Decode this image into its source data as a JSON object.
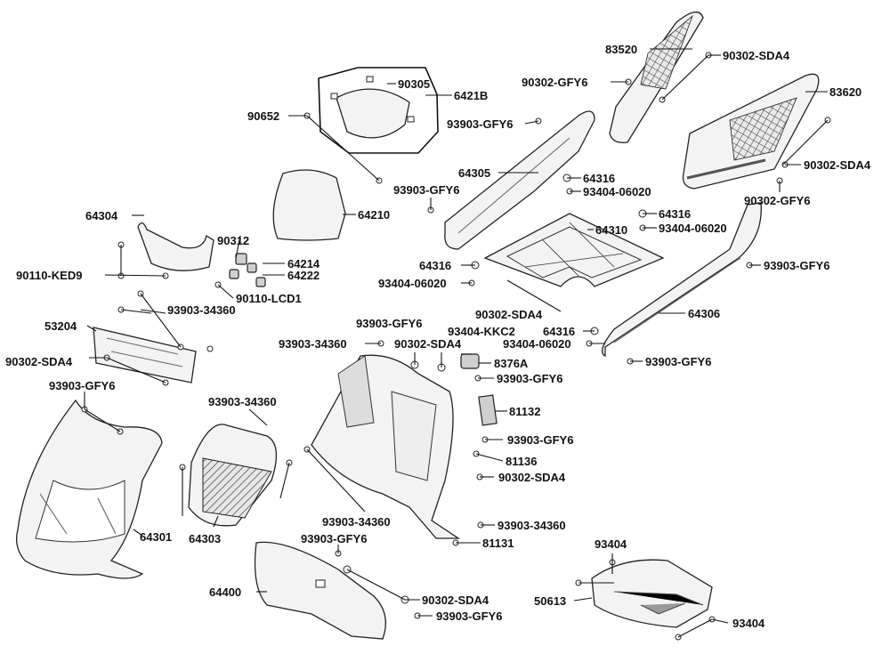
{
  "diagram": {
    "labels": {
      "p83520": "83520",
      "p90302_sda4_top": "90302-SDA4",
      "p90302_gfy6_top": "90302-GFY6",
      "p83620": "83620",
      "p90305": "90305",
      "p6421b": "6421B",
      "p90652": "90652",
      "p93903_gfy6_a": "93903-GFY6",
      "p90302_sda4_right": "90302-SDA4",
      "p64305": "64305",
      "p64316_a": "64316",
      "p90302_gfy6_right": "90302-GFY6",
      "p93404_06020_a": "93404-06020",
      "p93903_gfy6_b": "93903-GFY6",
      "p64210": "64210",
      "p64316_b": "64316",
      "p64304": "64304",
      "p93404_06020_b": "93404-06020",
      "p64310": "64310",
      "p90312": "90312",
      "p64214": "64214",
      "p93903_gfy6_c": "93903-GFY6",
      "p64316_c": "64316",
      "p90110_ked9": "90110-KED9",
      "p64222": "64222",
      "p93404_06020_c": "93404-06020",
      "p90110_lcd1": "90110-LCD1",
      "p90302_sda4_mid": "90302-SDA4",
      "p64306": "64306",
      "p53204": "53204",
      "p93903_34360_a": "93903-34360",
      "p93903_gfy6_d": "93903-GFY6",
      "p93404_kkc2": "93404-KKC2",
      "p64316_d": "64316",
      "p93903_34360_b": "93903-34360",
      "p90302_sda4_c": "90302-SDA4",
      "p93404_06020_d": "93404-06020",
      "p90302_sda4_left": "90302-SDA4",
      "p8376a": "8376A",
      "p93903_gfy6_e": "93903-GFY6",
      "p93903_gfy6_f": "93903-GFY6",
      "p93903_gfy6_g": "93903-GFY6",
      "p93903_34360_c": "93903-34360",
      "p81132": "81132",
      "p93903_gfy6_h": "93903-GFY6",
      "p81136": "81136",
      "p90302_sda4_d": "90302-SDA4",
      "p93903_34360_d": "93903-34360",
      "p93903_34360_e": "93903-34360",
      "p81131": "81131",
      "p64301": "64301",
      "p64303": "64303",
      "p93903_gfy6_i": "93903-GFY6",
      "p93404_a": "93404",
      "p64400": "64400",
      "p90302_sda4_e": "90302-SDA4",
      "p50613": "50613",
      "p93903_gfy6_j": "93903-GFY6",
      "p93404_b": "93404"
    }
  }
}
